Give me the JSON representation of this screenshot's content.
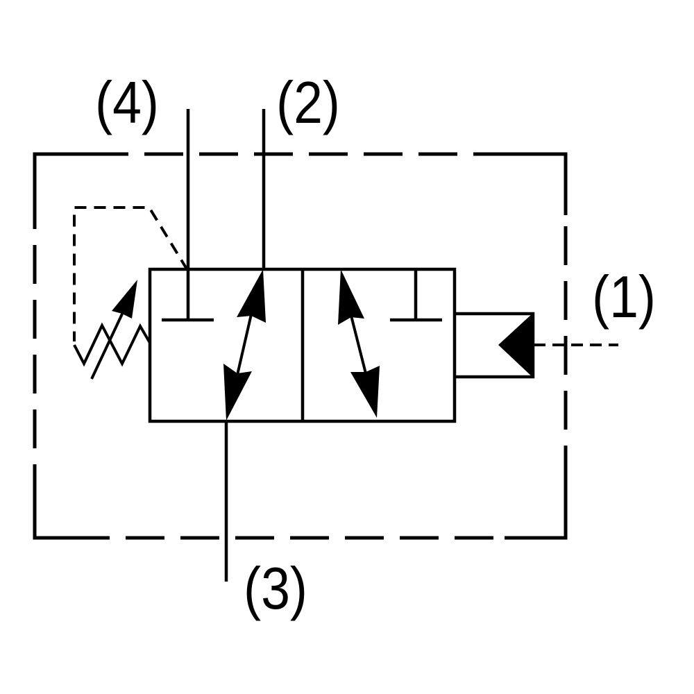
{
  "diagram": {
    "kind": "hydraulic-directional-valve-schematic",
    "colors": {
      "line": "#000000",
      "background": "#ffffff"
    },
    "ports": {
      "p1": {
        "label": "(1)"
      },
      "p2": {
        "label": "(2)"
      },
      "p3": {
        "label": "(3)"
      },
      "p4": {
        "label": "(4)"
      }
    }
  }
}
